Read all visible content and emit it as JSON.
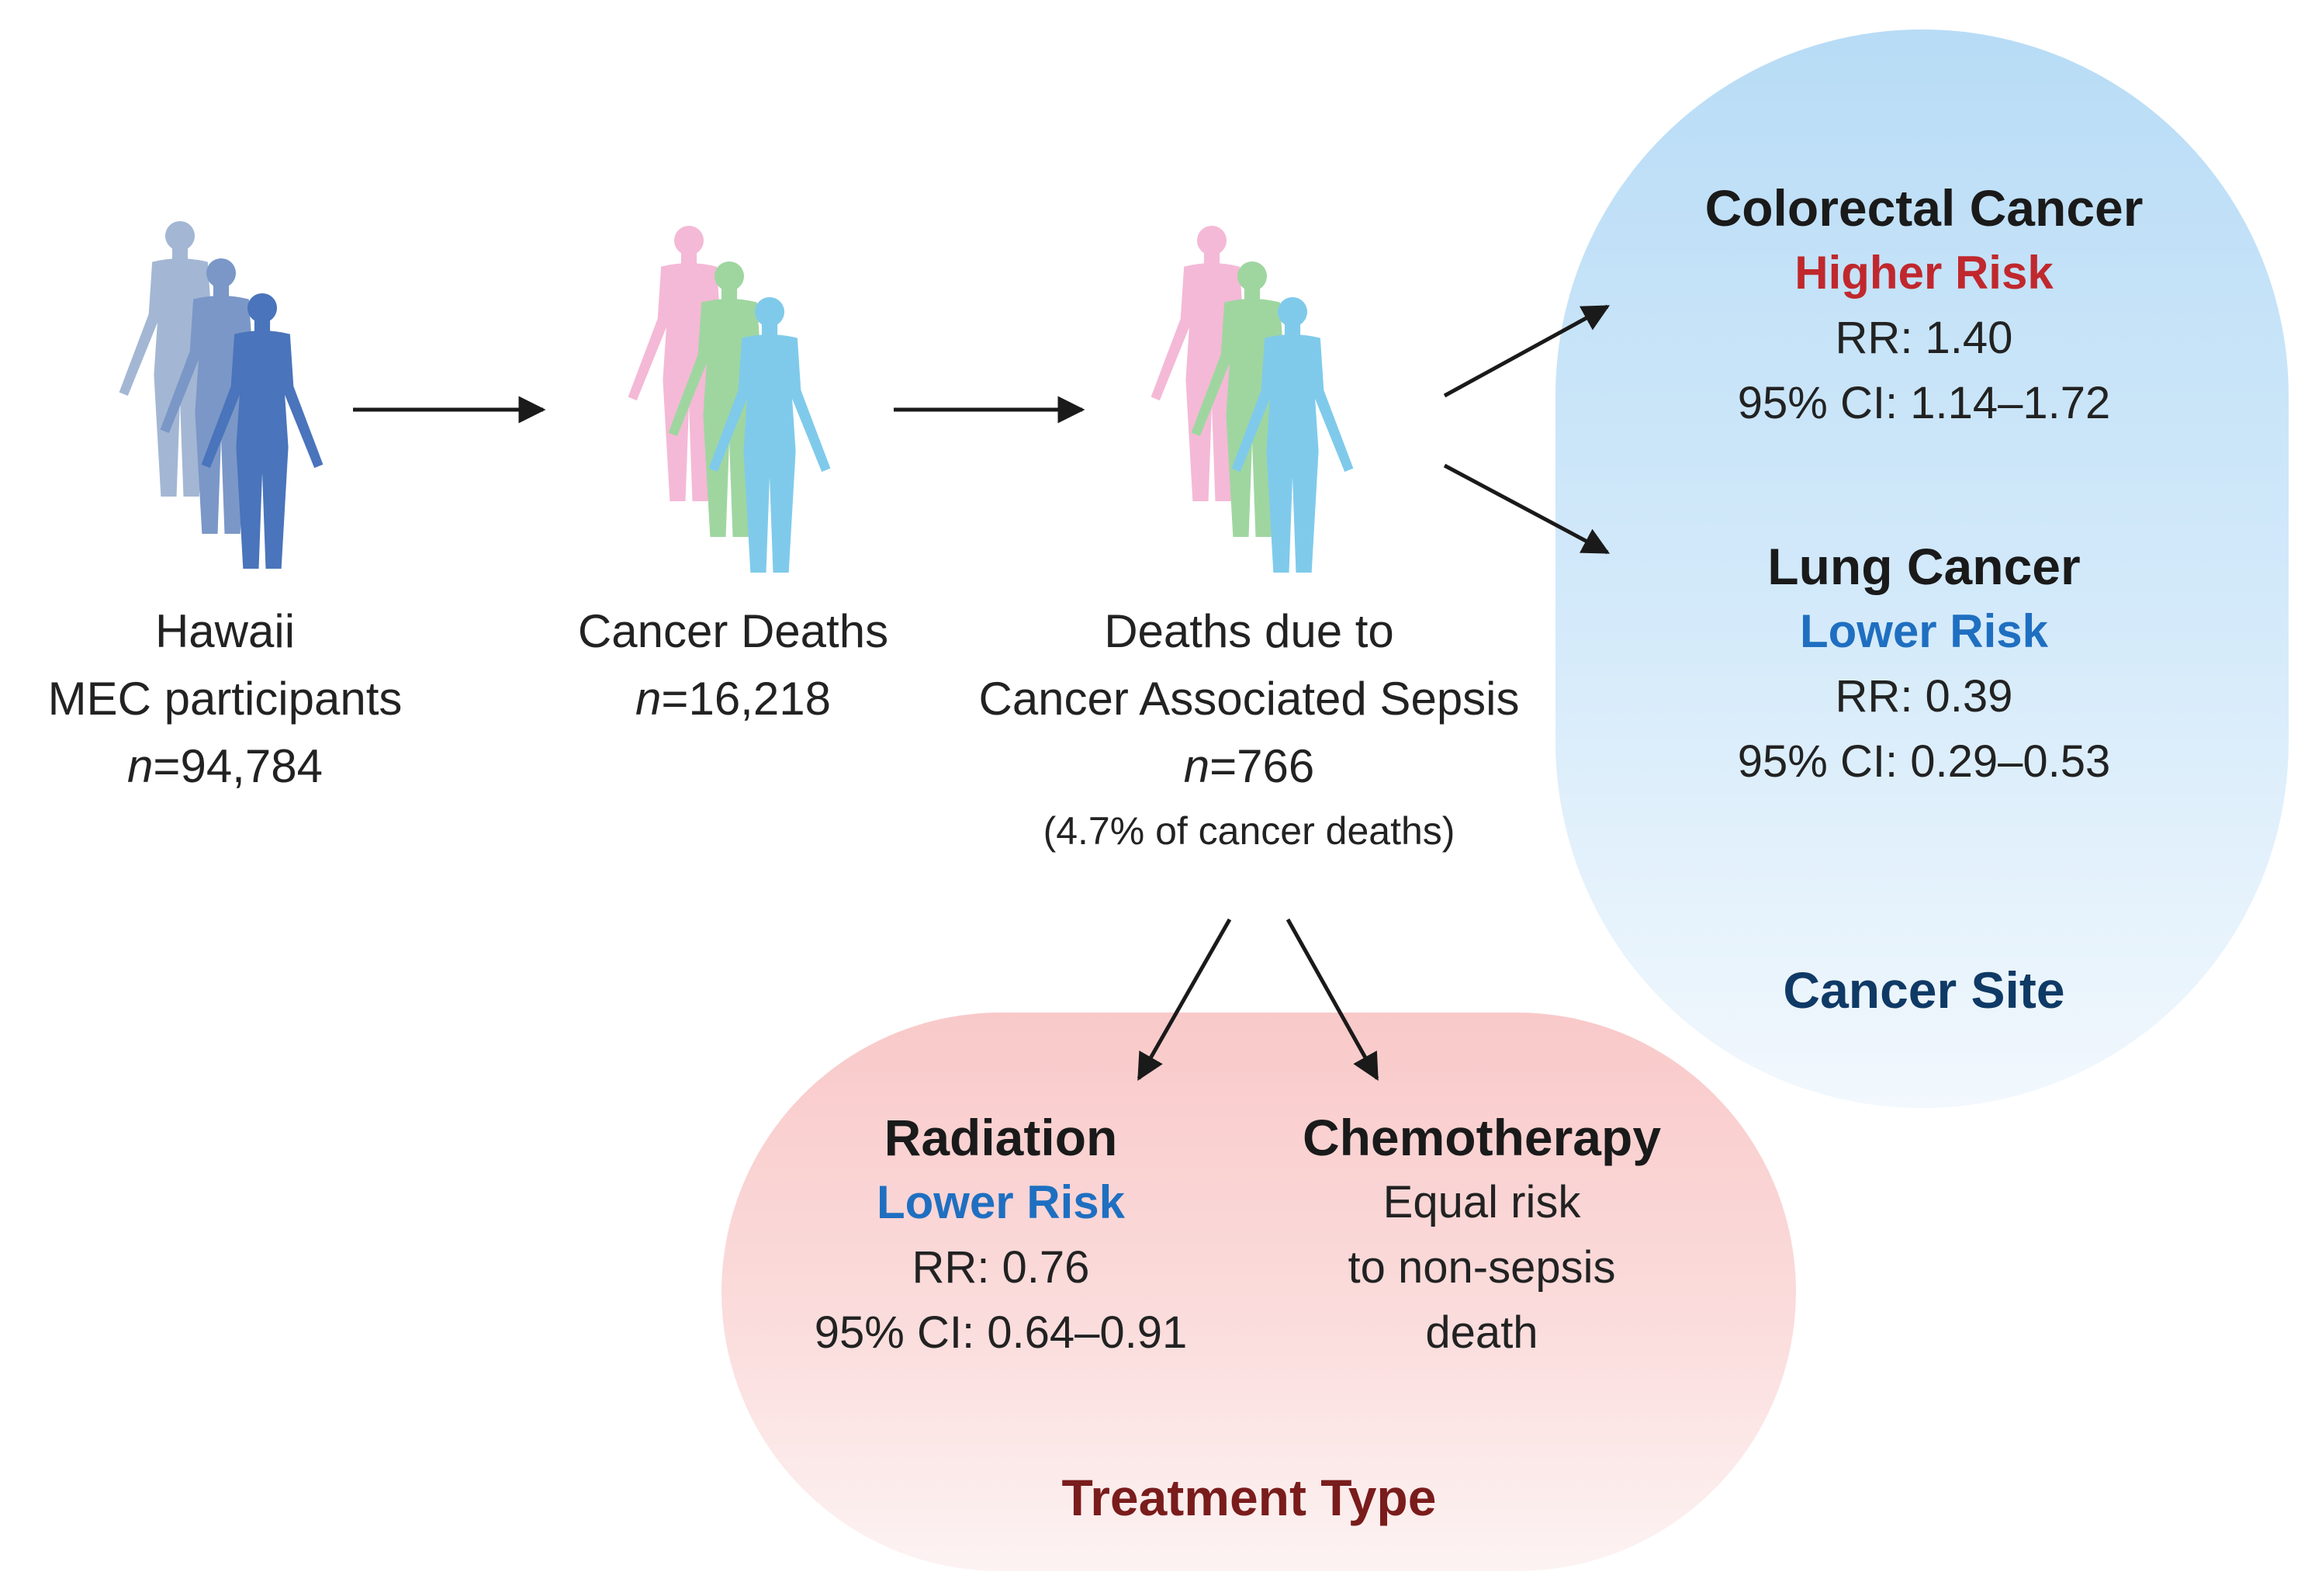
{
  "colors": {
    "stage1_figures": [
      "#a3b7d4",
      "#7a97c7",
      "#4a74bb"
    ],
    "stage2_figures": [
      "#f4b9d6",
      "#9fd6a0",
      "#7fcaeb"
    ],
    "higher_risk": "#c0282d",
    "lower_risk": "#1f6fc1",
    "cancer_site_label": "#0f3a66",
    "treatment_type_label": "#7a1c1c"
  },
  "stages": [
    {
      "title_lines": [
        "Hawaii",
        "MEC participants"
      ],
      "n_prefix": "n",
      "n_value": "=94,784",
      "note": ""
    },
    {
      "title_lines": [
        "Cancer Deaths"
      ],
      "n_prefix": "n",
      "n_value": "=16,218",
      "note": ""
    },
    {
      "title_lines": [
        "Deaths due to",
        "Cancer Associated Sepsis"
      ],
      "n_prefix": "n",
      "n_value": "=766",
      "note": "(4.7% of cancer deaths)"
    }
  ],
  "cancer_site": {
    "label": "Cancer Site",
    "items": [
      {
        "name": "Colorectal Cancer",
        "risk": "Higher Risk",
        "rr": "RR: 1.40",
        "ci": "95% CI: 1.14–1.72"
      },
      {
        "name": "Lung Cancer",
        "risk": "Lower Risk",
        "rr": "RR: 0.39",
        "ci": "95% CI: 0.29–0.53"
      }
    ]
  },
  "treatment_type": {
    "label": "Treatment Type",
    "radiation": {
      "name": "Radiation",
      "risk": "Lower Risk",
      "rr": "RR: 0.76",
      "ci": "95% CI: 0.64–0.91"
    },
    "chemotherapy": {
      "name": "Chemotherapy",
      "lines": [
        "Equal risk",
        "to non-sepsis",
        "death"
      ]
    }
  }
}
